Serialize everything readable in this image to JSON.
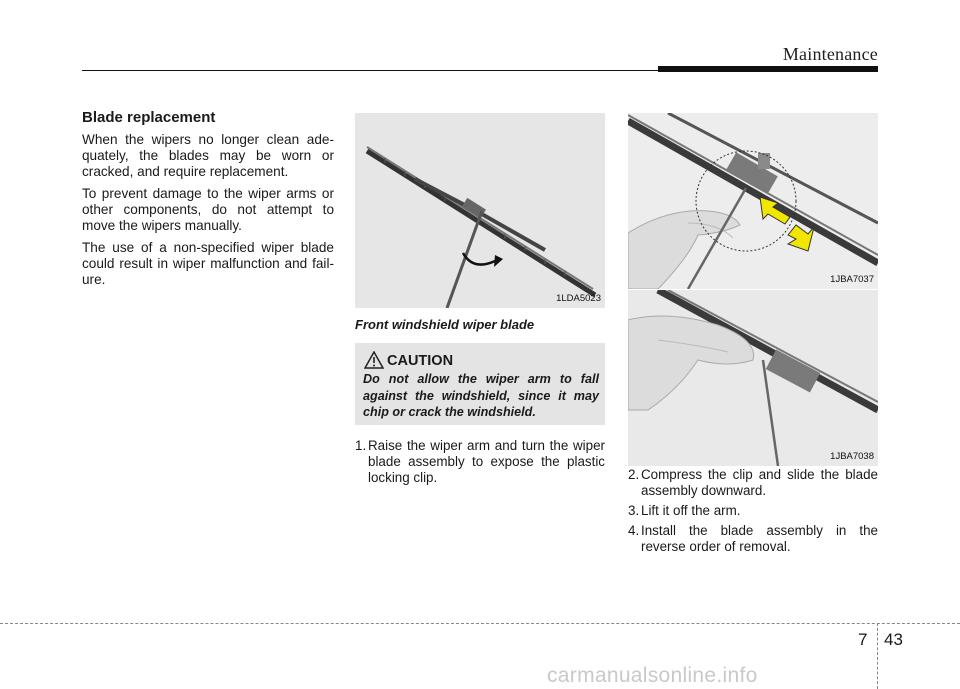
{
  "header": {
    "section": "Maintenance"
  },
  "left": {
    "heading": "Blade replacement",
    "paragraphs": [
      "When the wipers no longer clean ade-quately, the blades may be worn or cracked, and require replacement.",
      "To prevent damage to the wiper arms or other components, do not attempt to move the wipers manually.",
      "The use of a non-specified wiper blade could result in wiper malfunction and fail-ure."
    ]
  },
  "figures": {
    "fig1_code": "1LDA5023",
    "fig1_caption": "Front windshield wiper blade",
    "fig2_code": "1JBA7037",
    "fig3_code": "1JBA7038"
  },
  "caution": {
    "title": "CAUTION",
    "text": "Do not allow the wiper arm to fall against the windshield, since it may chip or crack the windshield."
  },
  "steps_mid": [
    {
      "num": "1.",
      "text": "Raise the wiper arm and turn the wiper blade assembly to expose the plastic locking clip."
    }
  ],
  "steps_right": [
    {
      "num": "2.",
      "text": "Compress the clip and slide the blade assembly downward."
    },
    {
      "num": "3.",
      "text": "Lift it off the arm."
    },
    {
      "num": "4.",
      "text": "Install the blade assembly in the reverse order of removal."
    }
  ],
  "footer": {
    "chapter": "7",
    "page": "43",
    "watermark": "carmanualsonline.info"
  },
  "colors": {
    "arrow": "#f2e600",
    "figure_bg": "#e6e6e6",
    "caution_bg": "#e4e4e4"
  }
}
